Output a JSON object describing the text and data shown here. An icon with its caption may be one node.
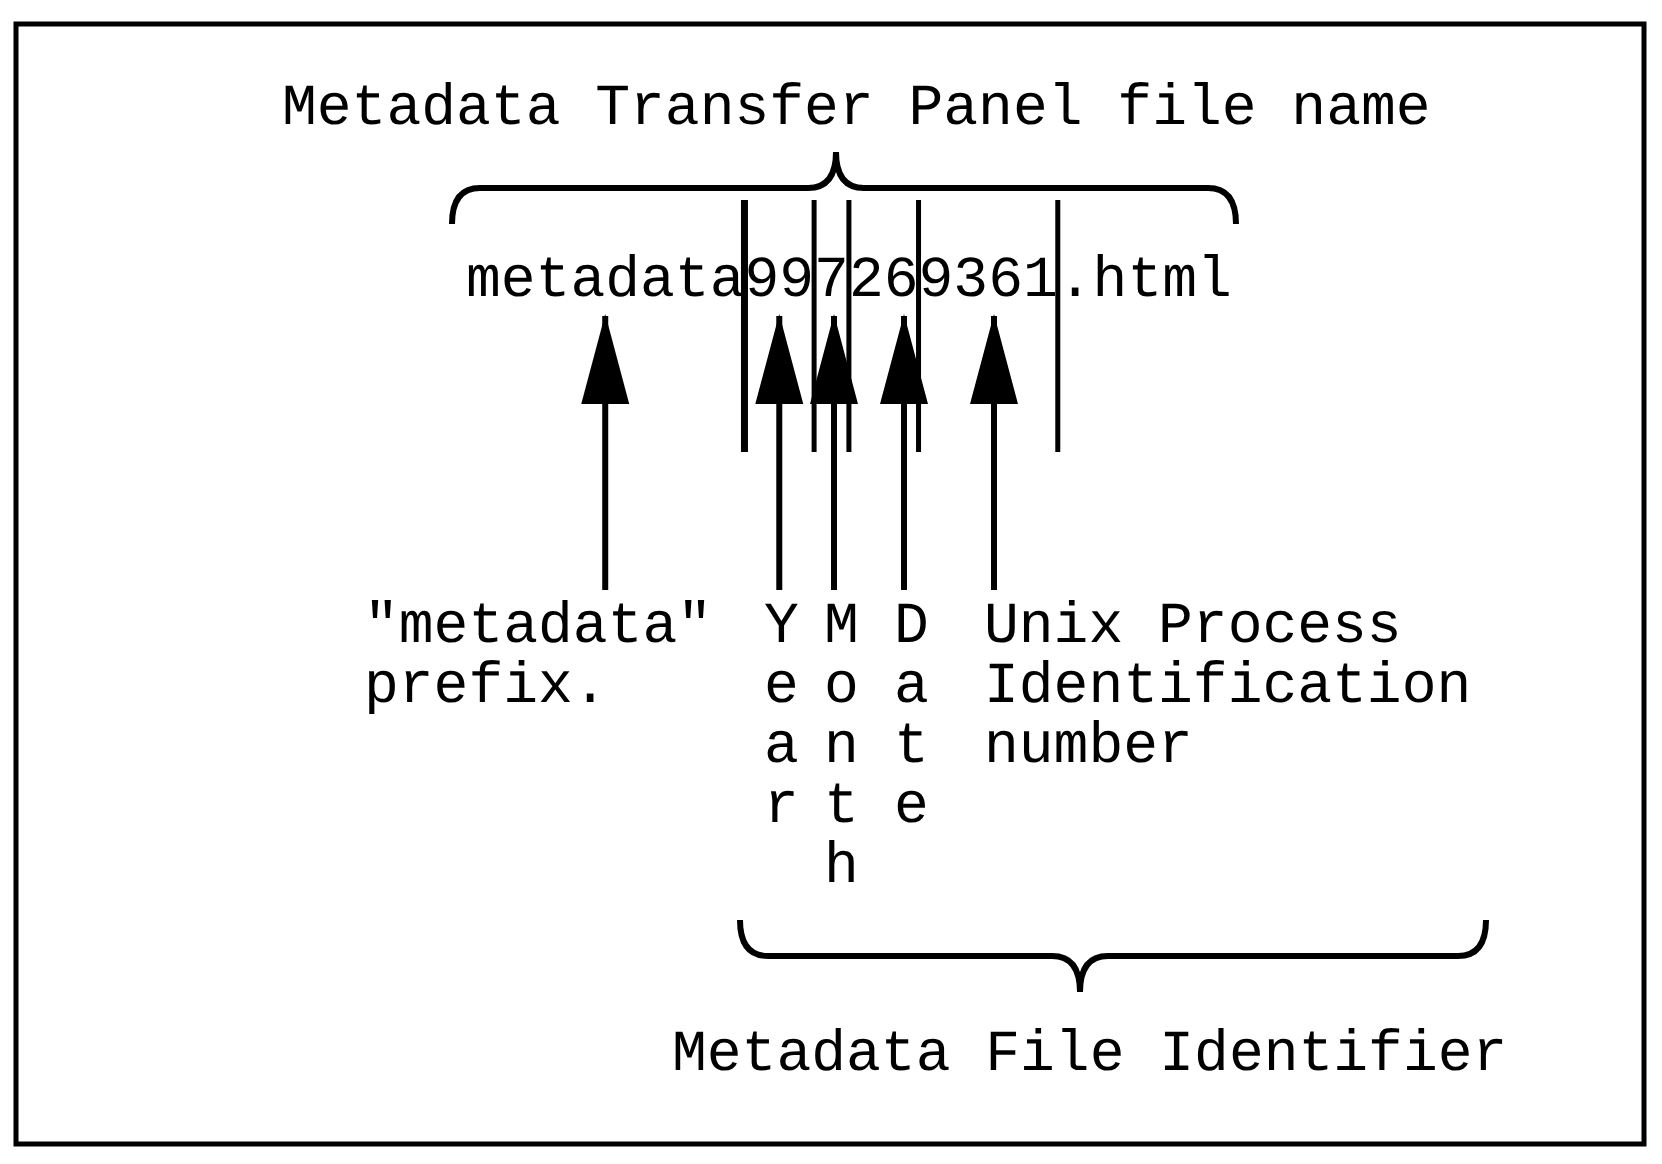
{
  "diagram": {
    "nodes": [
      {
        "text": [
          "metadata"
        ]
      },
      {
        "text": [
          "99"
        ]
      },
      {
        "text": [
          "7"
        ]
      },
      {
        "text": [
          "26"
        ]
      },
      {
        "text": [
          "9361"
        ]
      },
      {
        "text": [
          ".html"
        ]
      },
      {
        "text": [
          "\"metadata\" prefix."
        ]
      },
      {
        "text": [
          "Year"
        ]
      },
      {
        "text": [
          "Month"
        ]
      },
      {
        "text": [
          "Date"
        ]
      },
      {
        "text": [
          "Unix Process Identification number"
        ]
      }
    ],
    "edges": [
      {
        "from": 6,
        "to": 0,
        "arrow": "to"
      },
      {
        "from": 7,
        "to": 1,
        "arrow": "to"
      },
      {
        "from": 8,
        "to": 2,
        "arrow": "to"
      },
      {
        "from": 9,
        "to": 3,
        "arrow": "to"
      },
      {
        "from": 10,
        "to": 4,
        "arrow": "to"
      }
    ],
    "labels": [
      "Metadata Transfer Panel file name",
      "Metadata File Identifier"
    ]
  }
}
